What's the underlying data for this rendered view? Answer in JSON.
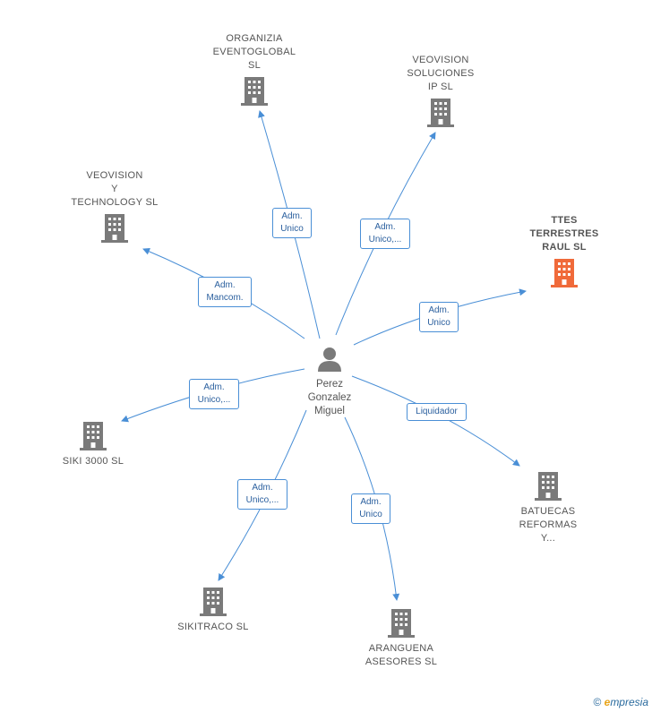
{
  "center": {
    "name": "Perez\nGonzalez\nMiguel"
  },
  "companies": [
    {
      "id": "organizia",
      "name": "ORGANIZIA\nEVENTOGLOBAL\nSL",
      "highlight": false
    },
    {
      "id": "veovision-ip",
      "name": "VEOVISION\nSOLUCIONES\nIP SL",
      "highlight": false
    },
    {
      "id": "veovision-tech",
      "name": "VEOVISION\nY\nTECHNOLOGY SL",
      "highlight": false
    },
    {
      "id": "ttes",
      "name": "TTES\nTERRESTRES\nRAUL  SL",
      "highlight": true
    },
    {
      "id": "siki",
      "name": "SIKI 3000  SL",
      "highlight": false
    },
    {
      "id": "batuecas",
      "name": "BATUECAS\nREFORMAS\nY...",
      "highlight": false
    },
    {
      "id": "sikitraco",
      "name": "SIKITRACO SL",
      "highlight": false
    },
    {
      "id": "aranguena",
      "name": "ARANGUENA\nASESORES SL",
      "highlight": false
    }
  ],
  "relations": [
    {
      "to": "organizia",
      "label": "Adm.\nUnico"
    },
    {
      "to": "veovision-ip",
      "label": "Adm.\nUnico,..."
    },
    {
      "to": "veovision-tech",
      "label": "Adm.\nMancom."
    },
    {
      "to": "ttes",
      "label": "Adm.\nUnico"
    },
    {
      "to": "siki",
      "label": "Adm.\nUnico,..."
    },
    {
      "to": "batuecas",
      "label": "Liquidador"
    },
    {
      "to": "sikitraco",
      "label": "Adm.\nUnico,..."
    },
    {
      "to": "aranguena",
      "label": "Adm.\nUnico"
    }
  ],
  "colors": {
    "edge": "#4a8fd6",
    "building": "#7a7a7a",
    "building_highlight": "#f06a3a",
    "person": "#7a7a7a"
  },
  "footer": {
    "copyright": "©",
    "brand_e": "e",
    "brand_rest": "mpresia"
  }
}
